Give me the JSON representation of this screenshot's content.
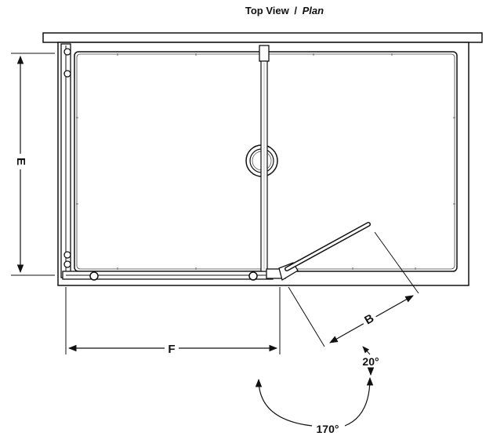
{
  "title": {
    "main": "Top View",
    "separator": "/",
    "sub": "Plan"
  },
  "dimensions": {
    "E": "E",
    "F": "F",
    "B": "B"
  },
  "angles": {
    "swing": "170°",
    "offset": "20°"
  }
}
